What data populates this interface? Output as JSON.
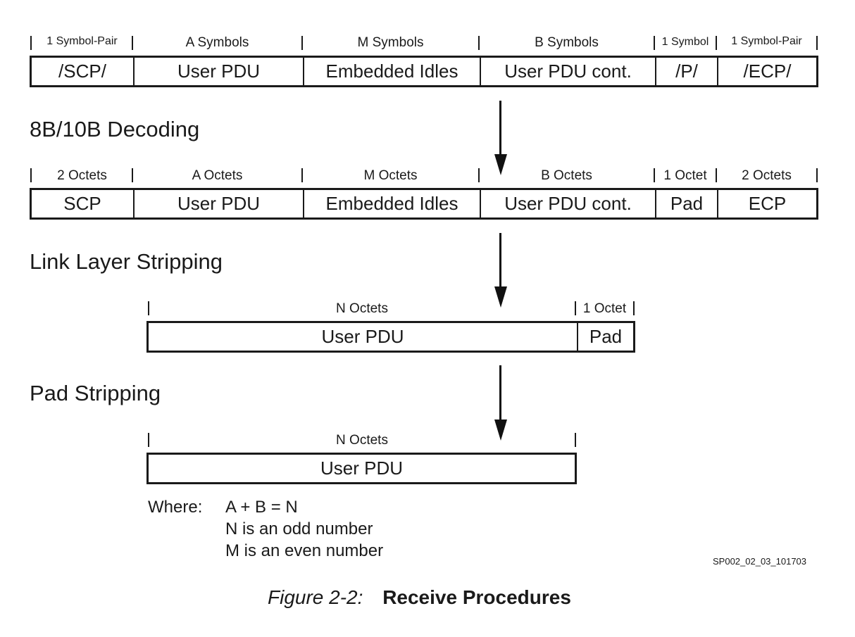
{
  "row1": {
    "labels": [
      "1 Symbol-Pair",
      "A Symbols",
      "M Symbols",
      "B Symbols",
      "1 Symbol",
      "1 Symbol-Pair"
    ],
    "cells": [
      "/SCP/",
      "User PDU",
      "Embedded Idles",
      "User PDU cont.",
      "/P/",
      "/ECP/"
    ]
  },
  "stage1": "8B/10B Decoding",
  "row2": {
    "labels": [
      "2 Octets",
      "A Octets",
      "M Octets",
      "B Octets",
      "1 Octet",
      "2 Octets"
    ],
    "cells": [
      "SCP",
      "User PDU",
      "Embedded Idles",
      "User PDU cont.",
      "Pad",
      "ECP"
    ]
  },
  "stage2": "Link Layer Stripping",
  "row3": {
    "labels": [
      "N Octets",
      "1 Octet"
    ],
    "cells": [
      "User PDU",
      "Pad"
    ]
  },
  "stage3": "Pad Stripping",
  "row4": {
    "labels": [
      "N Octets"
    ],
    "cells": [
      "User PDU"
    ]
  },
  "notes": {
    "where": "Where:",
    "lines": [
      "A + B = N",
      "N is an odd number",
      "M is an even number"
    ]
  },
  "figure_code": "SP002_02_03_101703",
  "caption": {
    "number": "Figure 2-2:",
    "title": "Receive Procedures"
  }
}
